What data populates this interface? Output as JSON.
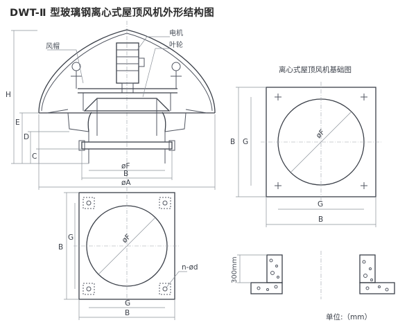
{
  "title": "DWT-Ⅱ 型玻璃钢离心式屋顶风机外形结构图",
  "callouts": {
    "hood": "风帽",
    "motor": "电机",
    "impeller": "叶轮"
  },
  "foundation_title": "离心式屋顶风机基础图",
  "unit": "单位:（mm）",
  "curb_height": "300mm",
  "dims": {
    "H": "H",
    "E": "E",
    "D": "D",
    "C": "C",
    "F": "øF",
    "B": "B",
    "A": "øA",
    "G": "G",
    "holes": "n-ød"
  }
}
